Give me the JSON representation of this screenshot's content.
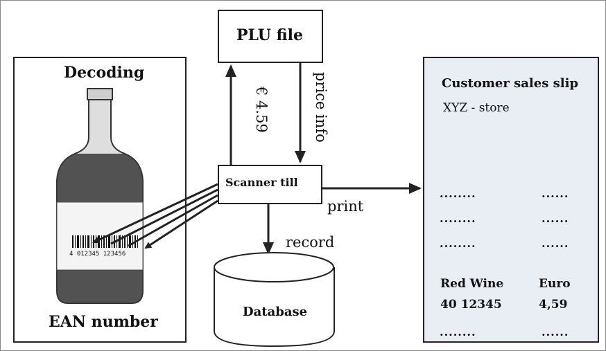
{
  "left_panel": {
    "title": "Decoding",
    "footer": "EAN number",
    "barcode_digits": "4 012345 123456"
  },
  "plu_box": {
    "label": "PLU file"
  },
  "arrows": {
    "price_amount": "€ 4.59",
    "price_info": "price info",
    "print": "print",
    "record": "record"
  },
  "scanner_box": {
    "label": "Scanner till"
  },
  "database": {
    "label": "Database"
  },
  "slip": {
    "title": "Customer sales slip",
    "store": "XYZ - store",
    "rows": [
      {
        "left": "........",
        "right": "......"
      },
      {
        "left": "........",
        "right": "......"
      },
      {
        "left": "........",
        "right": "......"
      }
    ],
    "item_name": "Red Wine",
    "currency": "Euro",
    "item_code": "40 12345",
    "item_price": "4,59",
    "last_row": {
      "left": "........",
      "right": "......"
    }
  },
  "colors": {
    "line": "#222222",
    "slip_bg": "#e9edf4",
    "bottle_body": "#dedede",
    "bottle_dark": "#3a3a3a",
    "bottle_label": "#f4f4f4"
  }
}
